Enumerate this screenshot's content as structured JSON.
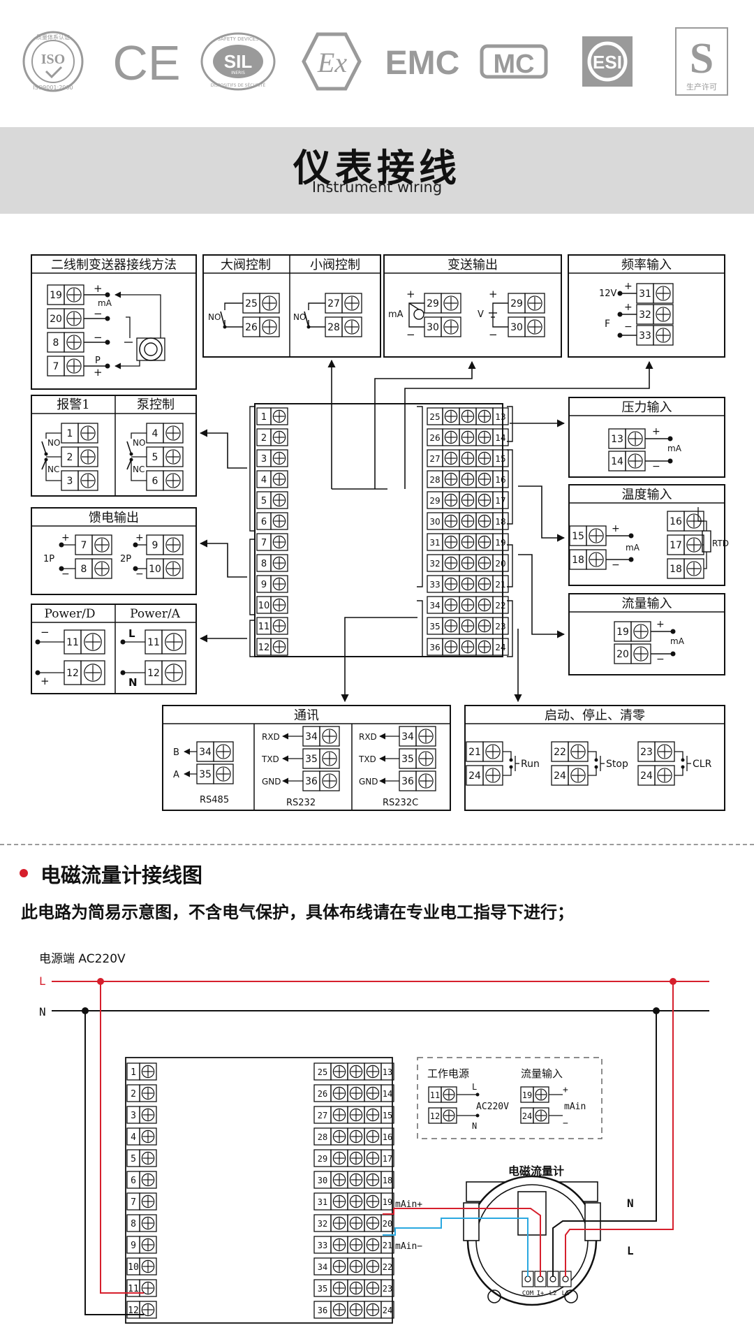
{
  "certs": {
    "iso_text": "ISO",
    "iso_ring_top": "质量体系认证",
    "iso_ring_bottom": "ISO9001:2000",
    "ce_text": "CE",
    "sil_text": "SIL",
    "sil_top": "SAFETY DEVICES",
    "sil_bottom": "DISPOSITIFS DE SÉCURITÉ",
    "sil_mid": "INERIS",
    "ex_text": "Ex",
    "emc_text": "EMC",
    "mc_text": "MC",
    "esi_text": "ESI",
    "qs_text": "S",
    "qs_caption": "生产许可"
  },
  "header": {
    "title": "仪表接线",
    "subtitle": "Instrument wiring"
  },
  "boxes": {
    "two_wire": {
      "title": "二线制变送器接线方法",
      "t": [
        "19",
        "20",
        "8",
        "7"
      ],
      "plus1": "+",
      "ma": "mA",
      "minus1": "−",
      "minus2": "−",
      "p": "P",
      "plus2": "+"
    },
    "valve": {
      "title_big": "大阀控制",
      "title_small": "小阀控制",
      "t": [
        "25",
        "26",
        "27",
        "28"
      ],
      "no": "NO"
    },
    "transmit": {
      "title": "变送输出",
      "t": [
        "29",
        "30",
        "29",
        "30"
      ],
      "ma": "mA",
      "v": "V",
      "plus": "+",
      "minus": "−"
    },
    "freq": {
      "title": "频率输入",
      "v12": "12V",
      "f": "F",
      "t": [
        "31",
        "32",
        "33"
      ],
      "plus": "+",
      "minus": "−"
    },
    "alarm": {
      "title_a": "报警1",
      "title_b": "泵控制",
      "t": [
        "1",
        "2",
        "3",
        "4",
        "5",
        "6"
      ],
      "no": "NO",
      "nc": "NC"
    },
    "feed": {
      "title": "馈电输出",
      "t": [
        "7",
        "8",
        "9",
        "10"
      ],
      "p1": "1P",
      "p2": "2P",
      "plus": "+",
      "minus": "−"
    },
    "power": {
      "title_d": "Power/D",
      "title_a": "Power/A",
      "t": [
        "11",
        "12",
        "11",
        "12"
      ],
      "minus": "−",
      "plus": "+",
      "l": "L",
      "n": "N"
    },
    "pressure": {
      "title": "压力输入",
      "t": [
        "13",
        "14"
      ],
      "ma": "mA",
      "plus": "+",
      "minus": "−"
    },
    "temp": {
      "title": "温度输入",
      "t": [
        "15",
        "18",
        "16",
        "17",
        "18"
      ],
      "ma": "mA",
      "rtd": "RTD",
      "plus": "+",
      "minus": "−"
    },
    "flow": {
      "title": "流量输入",
      "t": [
        "19",
        "20"
      ],
      "ma": "mA",
      "plus": "+",
      "minus": "−"
    },
    "comm": {
      "title": "通讯",
      "b": "B",
      "a": "A",
      "rxd": "RXD",
      "txd": "TXD",
      "gnd": "GND",
      "t": [
        "34",
        "35",
        "36"
      ],
      "rs485": "RS485",
      "rs232": "RS232",
      "rs232c": "RS232C"
    },
    "start": {
      "title": "启动、停止、清零",
      "t": [
        "21",
        "24",
        "22",
        "24",
        "23",
        "24"
      ],
      "run": "Run",
      "stop": "Stop",
      "clr": "CLR"
    }
  },
  "terminals": {
    "left": [
      "1",
      "2",
      "3",
      "4",
      "5",
      "6",
      "7",
      "8",
      "9",
      "10",
      "11",
      "12"
    ],
    "right_a": [
      "25",
      "26",
      "27",
      "28",
      "29",
      "30",
      "31",
      "32",
      "33",
      "34",
      "35",
      "36"
    ],
    "right_b": [
      "13",
      "14",
      "15",
      "16",
      "17",
      "18",
      "19",
      "20",
      "21",
      "22",
      "23",
      "24"
    ]
  },
  "section": {
    "title": "电磁流量计接线图",
    "note": "此电路为简易示意图，不含电气保护，具体布线请在专业电工指导下进行；"
  },
  "lower": {
    "power_label": "电源端 AC220V",
    "l": "L",
    "n": "N",
    "legend_power": "工作电源",
    "legend_flow": "流量输入",
    "legend_ac": "AC220V",
    "legend_main": "mAin",
    "legend_t": [
      "11",
      "12",
      "19",
      "24"
    ],
    "legend_l": "L",
    "legend_n": "N",
    "legend_plus": "+",
    "legend_minus": "−",
    "meter_title": "电磁流量计",
    "main_plus": "mAin+",
    "main_minus": "mAin−",
    "meter_terms": [
      "COM",
      "I+",
      "L2",
      "L1"
    ],
    "meter_n": "N",
    "meter_l": "L"
  },
  "colors": {
    "red": "#d61f2c",
    "blue": "#2aa8e0",
    "black": "#111111",
    "gray": "#9a9a9a",
    "band": "#d9d9d9"
  }
}
